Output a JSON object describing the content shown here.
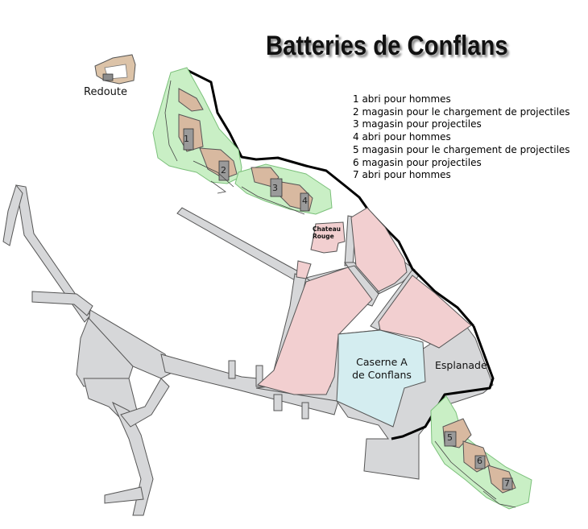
{
  "title": "Batteries de Conflans",
  "legend": [
    "1 abri pour hommes",
    "2 magasin pour le chargement de projectiles",
    "3 magasin pour projectiles",
    "4 abri pour hommes",
    "5 magasin pour le chargement de projectiles",
    "6 magasin pour projectiles",
    "7 abri pour hommes"
  ],
  "places": {
    "redoute": "Redoute",
    "chateau_line1": "Chateau",
    "chateau_line2": "Rouge",
    "caserne_line1": "Caserne A",
    "caserne_line2": "de Conflans",
    "esplanade": "Esplanade"
  },
  "battery_numbers": [
    "1",
    "2",
    "3",
    "4",
    "5",
    "6",
    "7"
  ],
  "colors": {
    "roads": "#d6d7d9",
    "buildings": "#f2cfd0",
    "caserne": "#d4edf0",
    "greenery": "#c9efc5",
    "bunkers": "#d8b9a0",
    "walls": "#000000"
  }
}
